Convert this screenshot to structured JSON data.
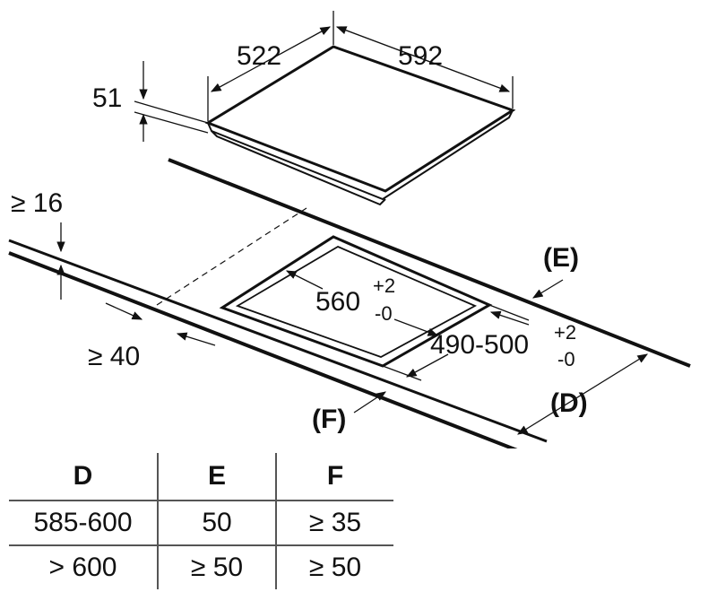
{
  "diagram": {
    "hob_depth": "522",
    "hob_width": "592",
    "hob_height": "51",
    "min_worktop_thickness": "≥ 16",
    "min_front_clearance": "≥ 40",
    "cutout_width_main": "560",
    "cutout_width_tol_plus": "+2",
    "cutout_width_tol_minus": "-0",
    "cutout_depth_main": "490-500",
    "cutout_depth_tol_plus": "+2",
    "cutout_depth_tol_minus": "-0",
    "label_e": "(E)",
    "label_d": "(D)",
    "label_f": "(F)"
  },
  "table": {
    "headers": [
      "D",
      "E",
      "F"
    ],
    "rows": [
      [
        "585-600",
        "50",
        "≥ 35"
      ],
      [
        "> 600",
        "≥ 50",
        "≥ 50"
      ]
    ]
  }
}
